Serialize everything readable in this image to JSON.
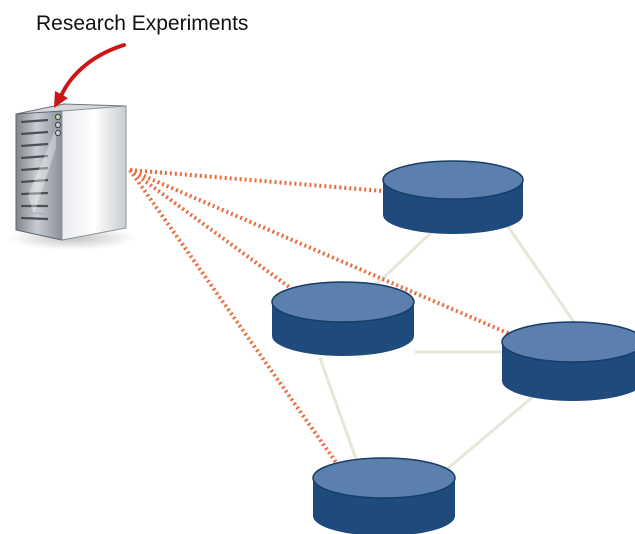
{
  "caption": "Research Experiments",
  "colors": {
    "node_top": "#5b80ad",
    "node_side": "#1f4a7c",
    "node_edge": "#173d68",
    "mesh_link": "#e6e6da",
    "probe_link": "#ea6a3c",
    "pointer_arrow": "#cc1515"
  },
  "icons": {
    "server": "server-icon",
    "pointer": "curved-arrow-icon",
    "node": "database-cylinder-icon"
  },
  "nodes": [
    "node-top",
    "node-left",
    "node-right",
    "node-bottom"
  ]
}
